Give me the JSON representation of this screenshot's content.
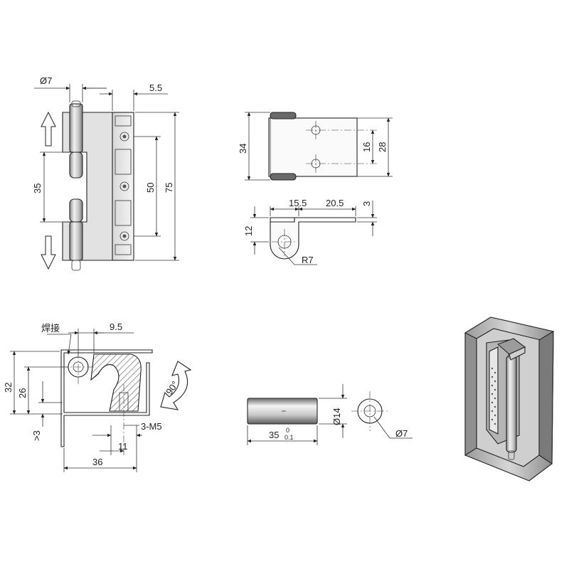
{
  "colors": {
    "line": "#222222",
    "metal_light": "#e6e6e6",
    "metal_mid": "#b8b8b8",
    "metal_dark": "#6e6e6e",
    "hatch": "#555555"
  },
  "front_view": {
    "pin_diameter": "Ø7",
    "leaf_thickness": "5.5",
    "pin_spacing": "35",
    "hole_spacing": "50",
    "overall_height": "75",
    "arrow_up": "up-arrow-icon",
    "arrow_down": "down-arrow-icon"
  },
  "top_right_view": {
    "height": "34",
    "hole_pitch": "16",
    "leaf_height": "28"
  },
  "side_view": {
    "dim_a": "15.5",
    "dim_b": "20.5",
    "thickness": "3",
    "height": "12",
    "radius": "R7"
  },
  "section_view": {
    "weld_note": "焊接",
    "offset": "9.5",
    "height_32": "32",
    "height_26": "26",
    "min_3": ">3",
    "thread": "3-M5",
    "dim_11": "11",
    "width": "36",
    "rotation": "90°"
  },
  "pin_detail": {
    "length": "35",
    "tol_upper": "0",
    "tol_lower": "0.1",
    "diameter": "Ø14",
    "bore": "Ø7"
  }
}
